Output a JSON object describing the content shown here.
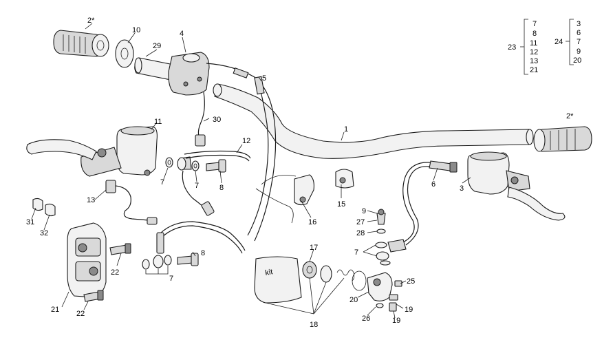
{
  "callouts": [
    {
      "id": "c-2a",
      "text": "2*"
    },
    {
      "id": "c-10",
      "text": "10"
    },
    {
      "id": "c-29",
      "text": "29"
    },
    {
      "id": "c-4",
      "text": "4"
    },
    {
      "id": "c-5",
      "text": "5"
    },
    {
      "id": "c-30",
      "text": "30"
    },
    {
      "id": "c-1",
      "text": "1"
    },
    {
      "id": "c-2b",
      "text": "2*"
    },
    {
      "id": "c-11",
      "text": "11"
    },
    {
      "id": "c-12",
      "text": "12"
    },
    {
      "id": "c-7a",
      "text": "7"
    },
    {
      "id": "c-7b",
      "text": "7"
    },
    {
      "id": "c-8a",
      "text": "8"
    },
    {
      "id": "c-6",
      "text": "6"
    },
    {
      "id": "c-3",
      "text": "3"
    },
    {
      "id": "c-13",
      "text": "13"
    },
    {
      "id": "c-15",
      "text": "15"
    },
    {
      "id": "c-16",
      "text": "16"
    },
    {
      "id": "c-31",
      "text": "31"
    },
    {
      "id": "c-32",
      "text": "32"
    },
    {
      "id": "c-9",
      "text": "9"
    },
    {
      "id": "c-27",
      "text": "27"
    },
    {
      "id": "c-28",
      "text": "28"
    },
    {
      "id": "c-7c",
      "text": "7"
    },
    {
      "id": "c-17",
      "text": "17"
    },
    {
      "id": "c-8b",
      "text": "8"
    },
    {
      "id": "c-7d",
      "text": "7"
    },
    {
      "id": "c-22a",
      "text": "22"
    },
    {
      "id": "c-21",
      "text": "21"
    },
    {
      "id": "c-22b",
      "text": "22"
    },
    {
      "id": "c-25",
      "text": "25"
    },
    {
      "id": "c-20",
      "text": "20"
    },
    {
      "id": "c-19a",
      "text": "19"
    },
    {
      "id": "c-26",
      "text": "26"
    },
    {
      "id": "c-19b",
      "text": "19"
    },
    {
      "id": "c-18",
      "text": "18"
    }
  ],
  "group_23": {
    "label": "23",
    "items": [
      "7",
      "8",
      "11",
      "12",
      "13",
      "21"
    ]
  },
  "group_24": {
    "label": "24",
    "items": [
      "3",
      "6",
      "7",
      "9",
      "20"
    ]
  },
  "kit_bag_text": "kit"
}
